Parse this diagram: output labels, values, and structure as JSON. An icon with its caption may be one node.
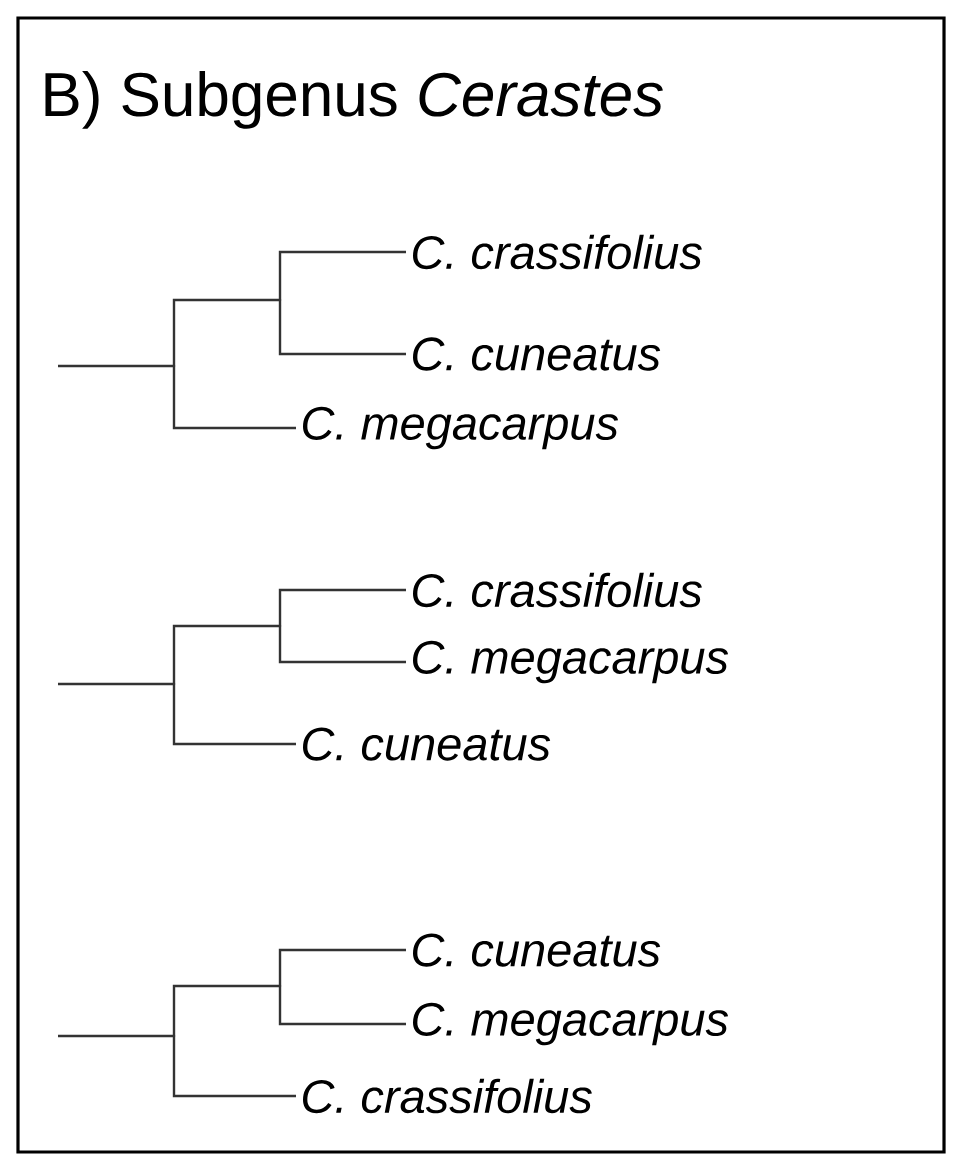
{
  "diagram": {
    "title": "B) Subgenus *Cerastes*",
    "nodes": [
      {
        "text": [],
        "shape": "point"
      },
      {
        "text": [],
        "shape": "point"
      },
      {
        "text": [
          "C. crassifolius"
        ]
      },
      {
        "text": [
          "C. cuneatus"
        ]
      },
      {
        "text": [
          "C. megacarpus"
        ]
      },
      {
        "text": [],
        "shape": "point"
      },
      {
        "text": [],
        "shape": "point"
      },
      {
        "text": [
          "C. crassifolius"
        ]
      },
      {
        "text": [
          "C. megacarpus"
        ]
      },
      {
        "text": [
          "C. cuneatus"
        ]
      },
      {
        "text": [],
        "shape": "point"
      },
      {
        "text": [],
        "shape": "point"
      },
      {
        "text": [
          "C. cuneatus"
        ]
      },
      {
        "text": [
          "C. megacarpus"
        ]
      },
      {
        "text": [
          "C. crassifolius"
        ]
      }
    ],
    "edges": [
      {
        "from": null,
        "to": 0,
        "arrow": "none"
      },
      {
        "from": 0,
        "to": 1,
        "arrow": "none"
      },
      {
        "from": 1,
        "to": 2,
        "arrow": "none"
      },
      {
        "from": 1,
        "to": 3,
        "arrow": "none"
      },
      {
        "from": 0,
        "to": 4,
        "arrow": "none"
      },
      {
        "from": null,
        "to": 5,
        "arrow": "none"
      },
      {
        "from": 5,
        "to": 6,
        "arrow": "none"
      },
      {
        "from": 6,
        "to": 7,
        "arrow": "none"
      },
      {
        "from": 6,
        "to": 8,
        "arrow": "none"
      },
      {
        "from": 5,
        "to": 9,
        "arrow": "none"
      },
      {
        "from": null,
        "to": 10,
        "arrow": "none"
      },
      {
        "from": 10,
        "to": 11,
        "arrow": "none"
      },
      {
        "from": 11,
        "to": 12,
        "arrow": "none"
      },
      {
        "from": 11,
        "to": 13,
        "arrow": "none"
      },
      {
        "from": 10,
        "to": 14,
        "arrow": "none"
      }
    ]
  }
}
